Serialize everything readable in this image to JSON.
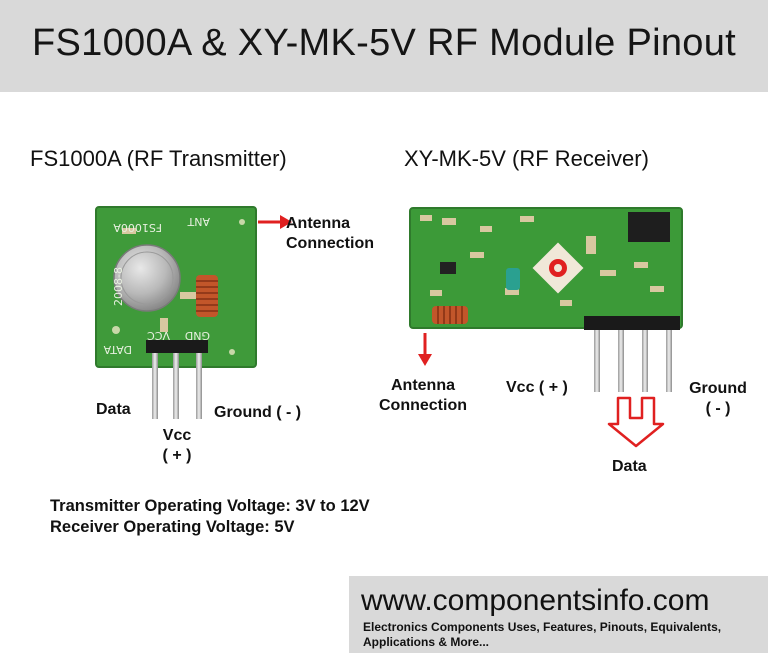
{
  "header": {
    "title": "FS1000A & XY-MK-5V RF Module Pinout"
  },
  "transmitter": {
    "title": "FS1000A (RF Transmitter)",
    "board_silkscreen": {
      "model": "FS1000A",
      "antenna": "ANT",
      "date": "2008-8",
      "vcc": "VCC",
      "gnd": "GND",
      "data": "DATA"
    },
    "labels": {
      "antenna": "Antenna\nConnection",
      "data": "Data",
      "vcc": "Vcc\n( + )",
      "ground": "Ground ( - )"
    }
  },
  "receiver": {
    "title": "XY-MK-5V (RF Receiver)",
    "labels": {
      "antenna": "Antenna\nConnection",
      "vcc": "Vcc ( + )",
      "ground": "Ground\n( - )",
      "data": "Data"
    }
  },
  "notes": {
    "transmitter_voltage": "Transmitter Operating Voltage: 3V to 12V",
    "receiver_voltage": "Receiver Operating Voltage: 5V"
  },
  "footer": {
    "url": "www.componentsinfo.com",
    "tagline": "Electronics Components Uses, Features, Pinouts, Equivalents, Applications & More..."
  },
  "colors": {
    "banner": "#d9d9d9",
    "pcb_green": "#3f9a3a",
    "arrow_red": "#e02020",
    "coil_copper": "#c2562a"
  }
}
